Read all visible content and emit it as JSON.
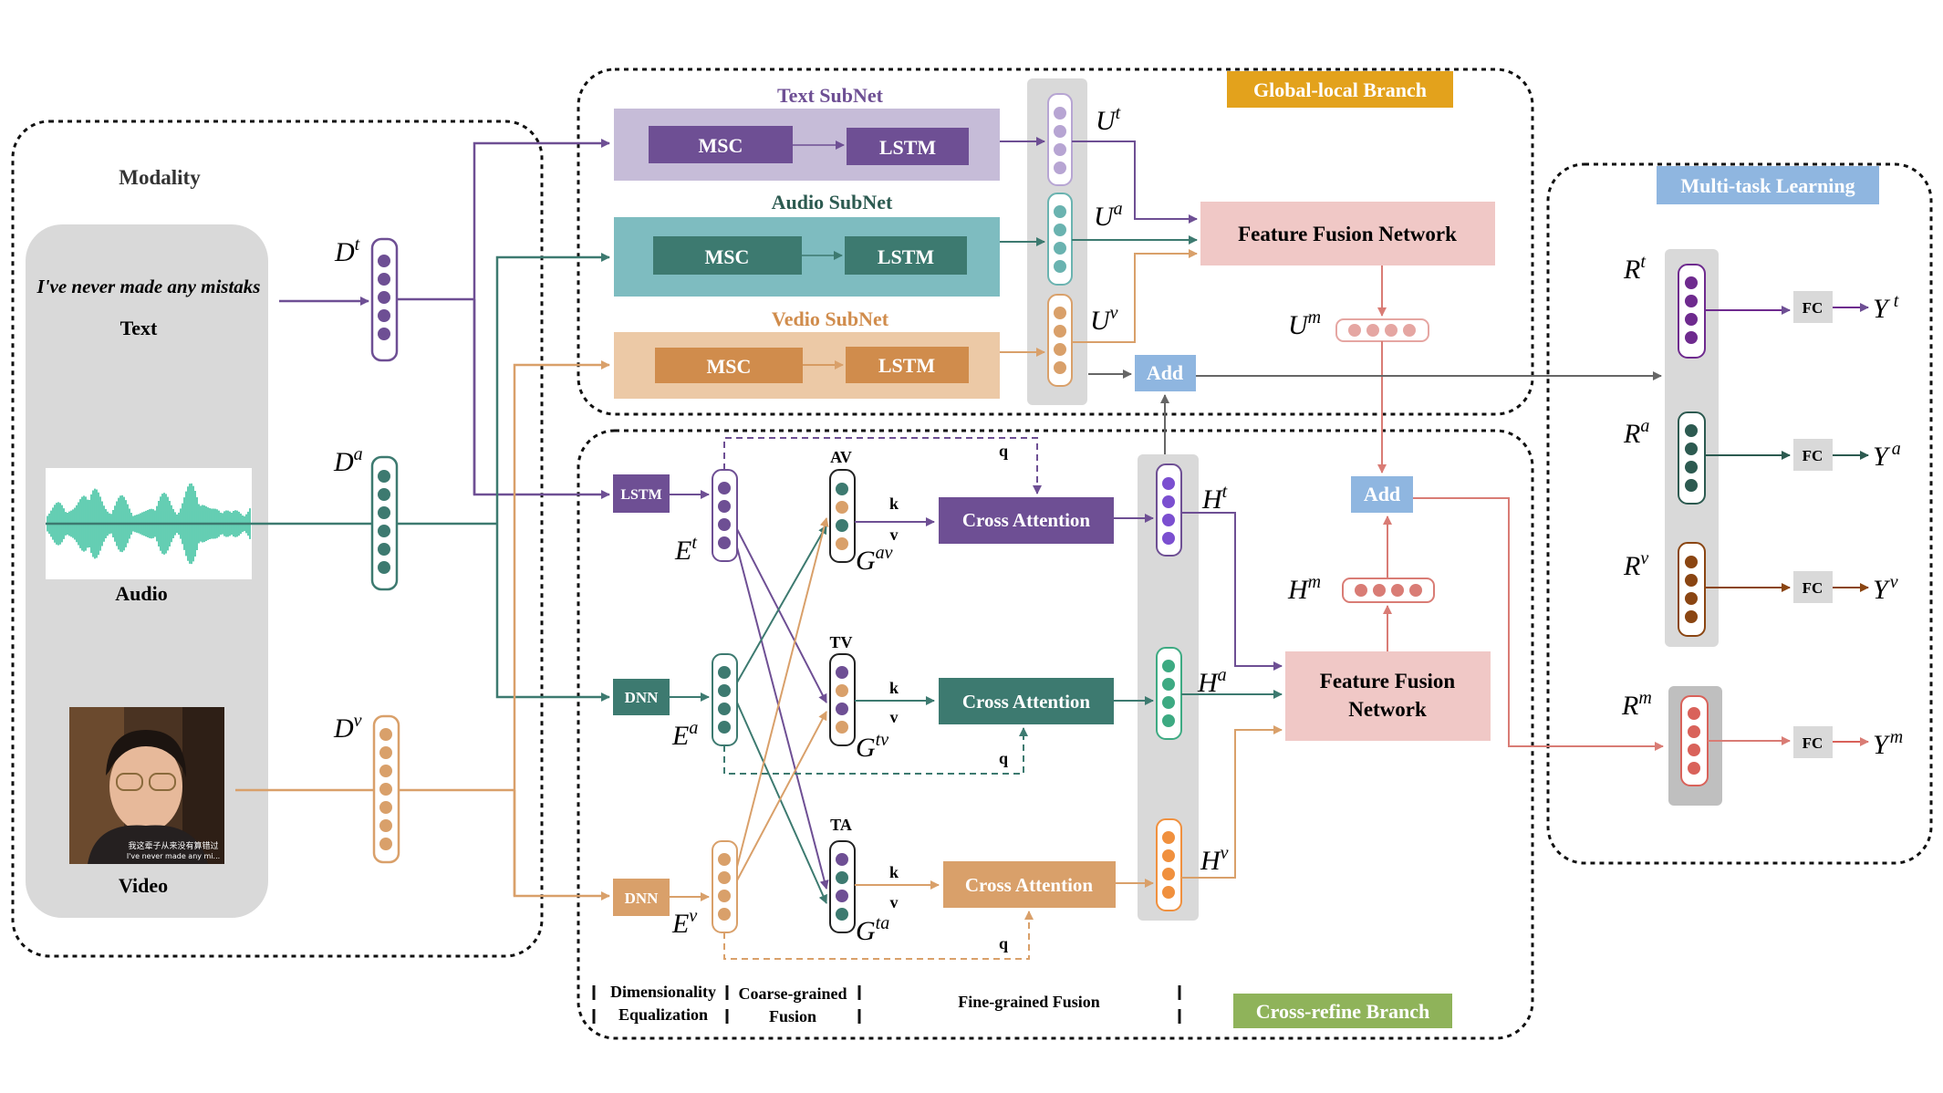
{
  "colors": {
    "purple": "#6e4f94",
    "purple_light": "#c6bcd8",
    "teal": "#3d7a70",
    "teal_light": "#7ebcc0",
    "orange": "#d08c4c",
    "orange_light": "#ecc9a6",
    "pink": "#f0c8c6",
    "pink_line": "#d97c75",
    "blue_tag": "#8fb6e0",
    "gold_tag": "#e3a21c",
    "green_tag": "#8fb35a",
    "gray": "#d9d9d9",
    "brown": "#a0521e",
    "dark_green": "#2c5a50"
  },
  "modality": {
    "title": "Modality",
    "sentence": "I've never made any mistaks",
    "text": "Text",
    "audio": "Audio",
    "video": "Video",
    "video_subtitle_1": "我这辈子从来没有算错过",
    "video_subtitle_2": "I've never made any mi..."
  },
  "inputs": {
    "dt_base": "D",
    "dt_sup": "t",
    "da_base": "D",
    "da_sup": "a",
    "dv_base": "D",
    "dv_sup": "v"
  },
  "global_branch": {
    "tag": "Global-local Branch",
    "text_subnet": "Text SubNet",
    "audio_subnet": "Audio  SubNet",
    "video_subnet": "Vedio SubNet",
    "msc": "MSC",
    "lstm": "LSTM",
    "ut_base": "U",
    "ut_sup": "t",
    "ua_base": "U",
    "ua_sup": "a",
    "uv_base": "U",
    "uv_sup": "v",
    "um_base": "U",
    "um_sup": "m",
    "ffn": "Feature Fusion Network",
    "add": "Add"
  },
  "cross_branch": {
    "tag": "Cross-refine Branch",
    "lstm": "LSTM",
    "dnn": "DNN",
    "et_base": "E",
    "et_sup": "t",
    "ea_base": "E",
    "ea_sup": "a",
    "ev_base": "E",
    "ev_sup": "v",
    "av": "AV",
    "tv": "TV",
    "ta": "TA",
    "gav_base": "G",
    "gav_sup": "av",
    "gtv_base": "G",
    "gtv_sup": "tv",
    "gta_base": "G",
    "gta_sup": "ta",
    "k": "k",
    "v": "v",
    "q": "q",
    "cross_attention": "Cross Attention",
    "ht_base": "H",
    "ht_sup": "t",
    "ha_base": "H",
    "ha_sup": "a",
    "hv_base": "H",
    "hv_sup": "v",
    "hm_base": "H",
    "hm_sup": "m",
    "ffn_line1": "Feature Fusion",
    "ffn_line2": "Network",
    "add": "Add",
    "stage1_line1": "Dimensionality",
    "stage1_line2": "Equalization",
    "stage2_line1": "Coarse-grained",
    "stage2_line2": "Fusion",
    "stage3": "Fine-grained Fusion"
  },
  "multitask": {
    "tag": "Multi-task Learning",
    "fc": "FC",
    "rt_base": "R",
    "rt_sup": "t",
    "ra_base": "R",
    "ra_sup": "a",
    "rv_base": "R",
    "rv_sup": "v",
    "rm_base": "R",
    "rm_sup": "m",
    "yt_base": "Y",
    "yt_sup": "t",
    "ya_base": "Y",
    "ya_sup": "a",
    "yv_base": "Y",
    "yv_sup": "v",
    "ym_base": "Y",
    "ym_sup": "m"
  }
}
